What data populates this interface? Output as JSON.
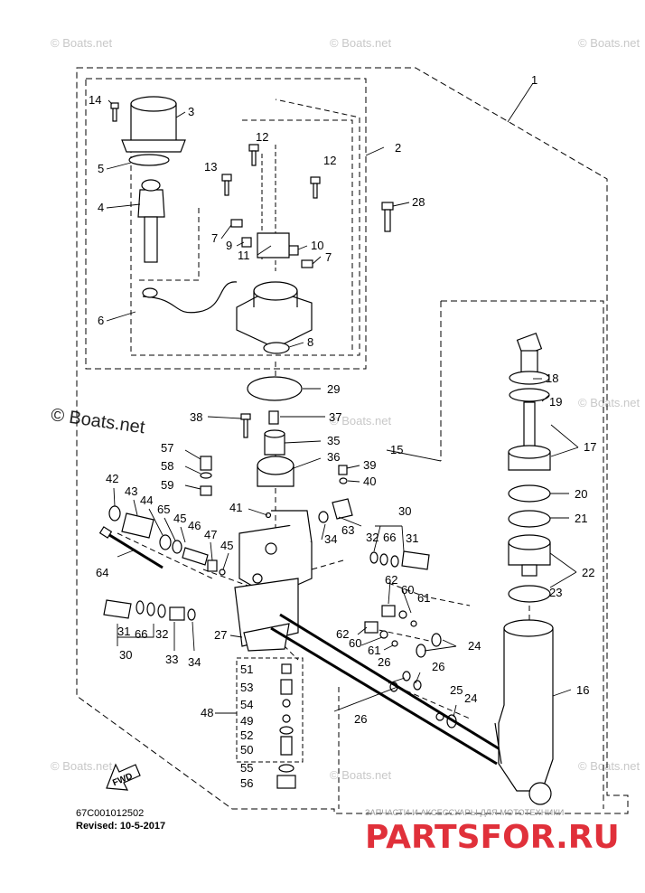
{
  "watermarks": {
    "small": "© Boats.net",
    "large": "© Boats.net"
  },
  "part_code": "67C001012502",
  "revised": "Revised: 10-5-2017",
  "fwd_label": "FWD",
  "brand_top": "ЗАПЧАСТИ И АКСЕССУАРЫ ДЛЯ МОТОТЕХНИКИ",
  "brand": "PARTSFOR.RU",
  "callouts": [
    "1",
    "2",
    "3",
    "4",
    "5",
    "6",
    "7",
    "7",
    "8",
    "9",
    "10",
    "11",
    "12",
    "12",
    "13",
    "14",
    "15",
    "16",
    "17",
    "18",
    "19",
    "20",
    "21",
    "22",
    "23",
    "24",
    "24",
    "25",
    "26",
    "26",
    "26",
    "27",
    "28",
    "29",
    "30",
    "30",
    "31",
    "31",
    "32",
    "32",
    "33",
    "34",
    "34",
    "35",
    "36",
    "37",
    "38",
    "39",
    "40",
    "41",
    "42",
    "43",
    "44",
    "45",
    "45",
    "46",
    "47",
    "48",
    "49",
    "50",
    "51",
    "52",
    "53",
    "54",
    "55",
    "56",
    "59",
    "58",
    "57",
    "60",
    "60",
    "61",
    "61",
    "62",
    "62",
    "63",
    "64",
    "65",
    "66",
    "66"
  ]
}
